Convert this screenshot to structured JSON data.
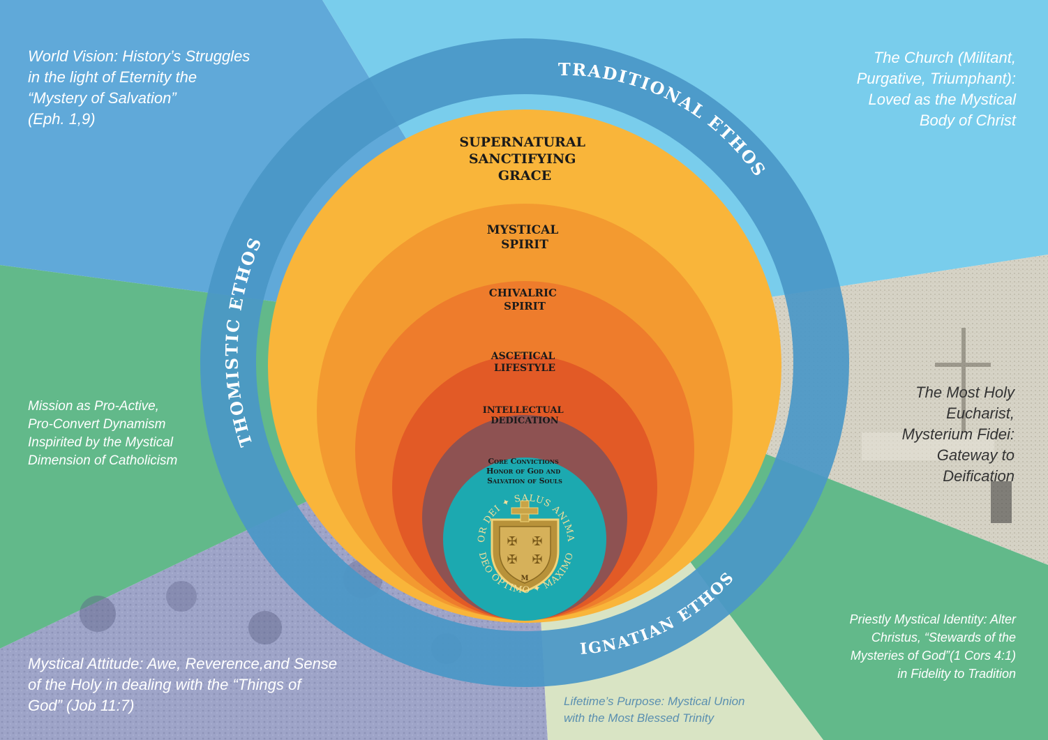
{
  "colors": {
    "sky_blue": "#79cdec",
    "mid_blue": "#60a9d9",
    "ring_blue": "#4a97c7",
    "green": "#62b98a",
    "lavender": "#9ea4c8",
    "pale_green": "#d9e4c4",
    "photo_grey": "#d6d3c6",
    "gold": "#f9b53a",
    "light_orange": "#f39a30",
    "orange": "#ee7c2c",
    "red_orange": "#e25a26",
    "maroon": "#8e5252",
    "teal": "#1ca9b0"
  },
  "ethos": {
    "traditional": "TRADITIONAL ETHOS",
    "thomistic": "THOMISTIC ETHOS",
    "ignatian": "IGNATIAN ETHOS"
  },
  "rings": {
    "grace": [
      "SUPERNATURAL",
      "SANCTIFYING",
      "GRACE"
    ],
    "mystical": [
      "MYSTICAL",
      "SPIRIT"
    ],
    "chivalric": [
      "CHIVALRIC",
      "SPIRIT"
    ],
    "ascetical": [
      "ASCETICAL",
      "LIFESTYLE"
    ],
    "intellectual": [
      "INTELLECTUAL",
      "DEDICATION"
    ],
    "core": [
      "Core Convictions",
      "Honor of God and",
      "Salvation of Souls"
    ]
  },
  "emblem": {
    "upper_text": "✦ HONOR DEI ✦ SALUS ANIMARUM ✦",
    "lower_text": "✦ DEO OPTIMO ✦ MAXIMO ✦",
    "letter": "M"
  },
  "corners": {
    "world_vision": [
      "World Vision: History’s Struggles",
      "in the light of Eternity the",
      "“Mystery of Salvation”",
      "(Eph. 1,9)"
    ],
    "church": [
      "The Church (Militant,",
      "Purgative, Triumphant):",
      "Loved as the Mystical",
      "Body of Christ"
    ],
    "mission": [
      "Mission as Pro-Active,",
      "Pro-Convert Dynamism",
      "Inspirited by the Mystical",
      "Dimension of Catholicism"
    ],
    "eucharist": [
      "The Most Holy",
      "Eucharist,",
      "Mysterium Fidei:",
      "Gateway to",
      "Deification"
    ],
    "attitude": [
      "Mystical Attitude: Awe, Reverence,and Sense",
      "of the Holy in dealing with the “Things of",
      "God” (Job 11:7)"
    ],
    "priestly": [
      "Priestly Mystical Identity: Alter",
      "Christus, “Stewards of the",
      "Mysteries of God”(1 Cors 4:1)",
      "in Fidelity to Tradition"
    ],
    "purpose": [
      "Lifetime’s Purpose: Mystical Union",
      "with the Most Blessed Trinity"
    ]
  }
}
